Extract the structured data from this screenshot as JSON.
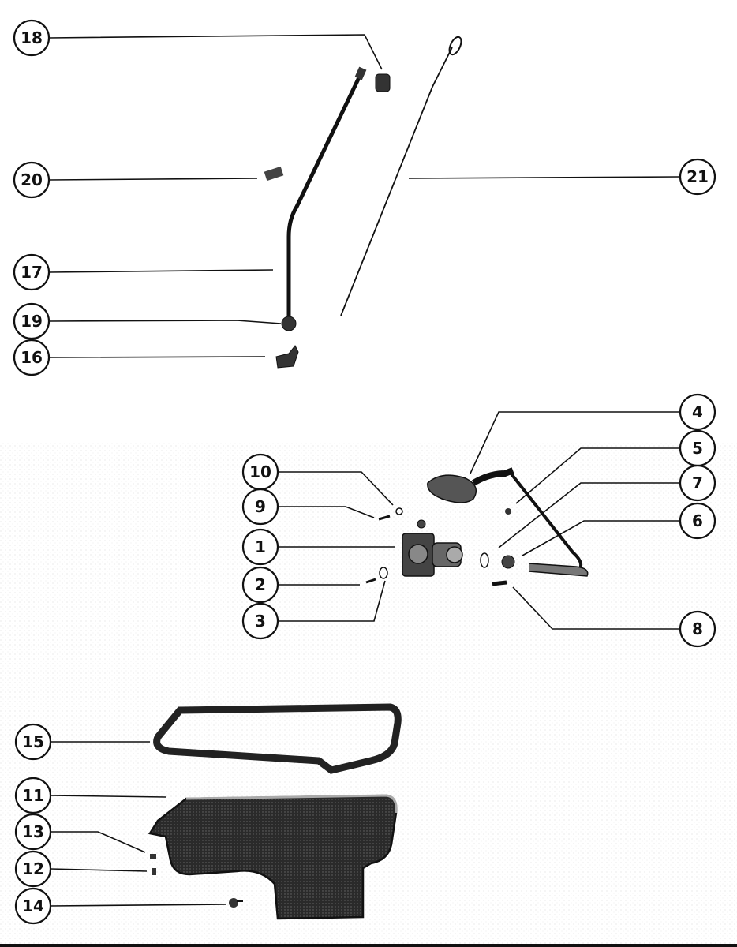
{
  "colors": {
    "ink": "#111111",
    "paper": "#ffffff",
    "part_fill": "#2b2b2b",
    "part_light": "#8a8a8a"
  },
  "callouts": [
    {
      "id": "c18",
      "label": "18"
    },
    {
      "id": "c20",
      "label": "20"
    },
    {
      "id": "c21",
      "label": "21"
    },
    {
      "id": "c17",
      "label": "17"
    },
    {
      "id": "c19",
      "label": "19"
    },
    {
      "id": "c16",
      "label": "16"
    },
    {
      "id": "c4",
      "label": "4"
    },
    {
      "id": "c5",
      "label": "5"
    },
    {
      "id": "c7",
      "label": "7"
    },
    {
      "id": "c6",
      "label": "6"
    },
    {
      "id": "c8",
      "label": "8"
    },
    {
      "id": "c10",
      "label": "10"
    },
    {
      "id": "c9",
      "label": "9"
    },
    {
      "id": "c1",
      "label": "1"
    },
    {
      "id": "c2",
      "label": "2"
    },
    {
      "id": "c3",
      "label": "3"
    },
    {
      "id": "c15",
      "label": "15"
    },
    {
      "id": "c11",
      "label": "11"
    },
    {
      "id": "c13",
      "label": "13"
    },
    {
      "id": "c12",
      "label": "12"
    },
    {
      "id": "c14",
      "label": "14"
    }
  ]
}
